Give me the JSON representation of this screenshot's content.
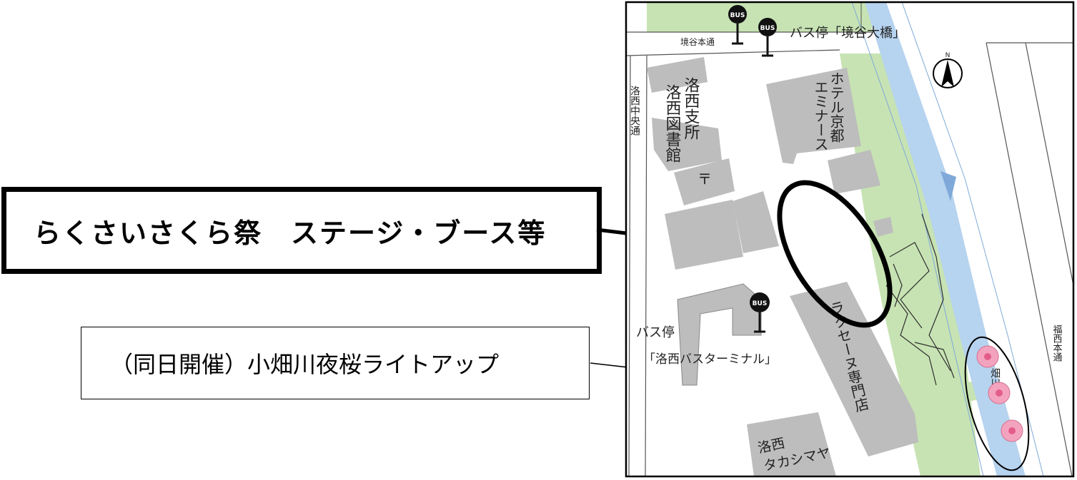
{
  "callouts": {
    "main": "らくさいさくら祭　ステージ・ブース等",
    "sub": "（同日開催）小畑川夜桜ライトアップ"
  },
  "map_labels": {
    "bus_stop_top": "バス停「境谷大橋」",
    "road_top": "境谷本通",
    "road_left": "洛西中央通",
    "road_right": "福西本通",
    "river": "畑川",
    "bldg_library": [
      "洛西支所",
      "洛西図書館"
    ],
    "bldg_hotel": [
      "ホテル京都",
      "エミナース"
    ],
    "post_office_symbol": "〒",
    "bus_stop_terminal_line1": "バス停",
    "bus_stop_terminal_line2": "「洛西バスターミナル」",
    "bldg_rakusei_mall": "ラクセーヌ専門店",
    "bldg_takashimaya": [
      "洛西",
      "タカシマヤ"
    ],
    "bus_sign": "BUS",
    "north": "N"
  },
  "colors": {
    "park_green": "#c7e3b3",
    "river_blue": "#b6d3ef",
    "building_gray": "#bdbdbd",
    "road_line": "#555555",
    "blossom_pink": "#f4a3bf"
  }
}
